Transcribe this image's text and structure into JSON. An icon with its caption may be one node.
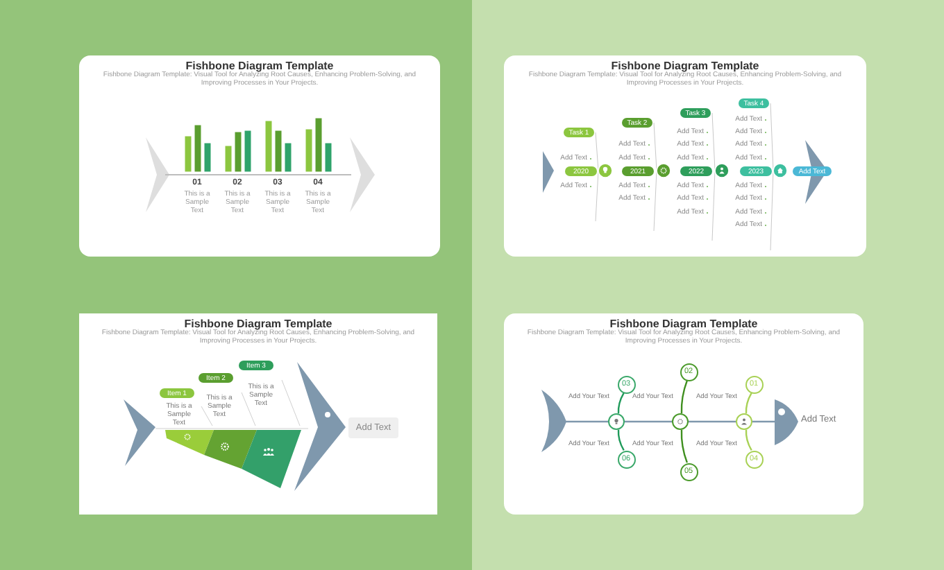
{
  "diagram": {
    "nodes": [
      {
        "text": [
          "Fishbone Diagram Template",
          "Fishbone Diagram Template: Visual Tool for Analyzing Root Causes, Enhancing Problem-Solving, and Improving Processes in Your Projects."
        ]
      },
      {
        "text": [
          "Fishbone Diagram Template",
          "Fishbone Diagram Template: Visual Tool for Analyzing Root Causes, Enhancing Problem-Solving, and Improving Processes in Your Projects."
        ]
      },
      {
        "text": [
          "Fishbone Diagram Template",
          "Fishbone Diagram Template: Visual Tool for Analyzing Root Causes, Enhancing Problem-Solving, and Improving Processes in Your Projects."
        ]
      },
      {
        "text": [
          "Fishbone Diagram Template",
          "Fishbone Diagram Template: Visual Tool for Analyzing Root Causes, Enhancing Problem-Solving, and Improving Processes in Your Projects."
        ]
      },
      {
        "text": [
          "Task 1"
        ],
        "in": 1
      },
      {
        "text": [
          "Task 2"
        ],
        "in": 1
      },
      {
        "text": [
          "Task 3"
        ],
        "in": 1
      },
      {
        "text": [
          "Task 4"
        ],
        "in": 1
      },
      {
        "text": [
          "2020"
        ],
        "in": 1
      },
      {
        "text": [
          "2021"
        ],
        "in": 1
      },
      {
        "text": [
          "2022"
        ],
        "in": 1
      },
      {
        "text": [
          "2023"
        ],
        "in": 1
      },
      {
        "text": [
          "Add Text"
        ],
        "in": 1
      },
      {
        "text": [
          "Item 1"
        ],
        "in": 2
      },
      {
        "text": [
          "Item 2"
        ],
        "in": 2
      },
      {
        "text": [
          "Item 3"
        ],
        "in": 2
      },
      {
        "text": [
          "Add Text"
        ],
        "in": 2
      },
      {
        "text": [
          "03"
        ],
        "in": 3
      },
      {
        "text": [
          "02"
        ],
        "in": 3
      },
      {
        "text": [
          "01"
        ],
        "in": 3
      },
      {
        "text": [
          "06"
        ],
        "in": 3
      },
      {
        "text": [
          "05"
        ],
        "in": 3
      },
      {
        "text": [
          "04"
        ],
        "in": 3
      },
      {
        "text": [],
        "shape": "circle",
        "in": 3
      },
      {
        "text": [],
        "shape": "circle",
        "in": 3
      },
      {
        "text": [],
        "shape": "circle",
        "in": 3
      }
    ],
    "edges": [
      {
        "from": 17,
        "to": 23,
        "arrow": "none",
        "color": "#1f9a5a"
      },
      {
        "from": 23,
        "to": 20,
        "arrow": "none",
        "color": "#1f9a5a"
      },
      {
        "from": 18,
        "to": 24,
        "arrow": "none",
        "color": "#3f8f1f"
      },
      {
        "from": 24,
        "to": 21,
        "arrow": "none",
        "color": "#3f8f1f"
      },
      {
        "from": 19,
        "to": 25,
        "arrow": "none",
        "color": "#a8d155"
      },
      {
        "from": 25,
        "to": 22,
        "arrow": "none",
        "color": "#a8d155"
      }
    ],
    "labels": [
      "01",
      "This is a Sample Text",
      "02",
      "This is a Sample Text",
      "03",
      "This is a Sample Text",
      "04",
      "This is a Sample Text",
      "Add Text",
      "Add Text",
      "Add Text",
      "Add Text",
      "Add Text",
      "Add Text",
      "Add Text",
      "Add Text",
      "Add Text",
      "Add Text",
      "Add Text",
      "Add Text",
      "Add Text",
      "Add Text",
      "Add Text",
      "Add Text",
      "Add Text",
      "Add Text",
      "Add Text",
      "Add Text",
      "This is a Sample Text",
      "This is a Sample Text",
      "This is a Sample Text",
      "Add Your Text",
      "Add Your Text",
      "Add Your Text",
      "Add Your Text",
      "Add Your Text",
      "Add Your Text",
      "Add Text"
    ]
  }
}
